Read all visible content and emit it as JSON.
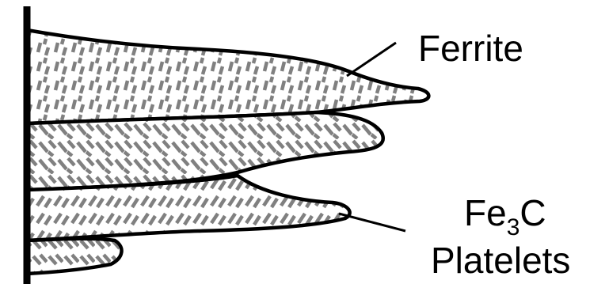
{
  "labels": {
    "ferrite": "Ferrite",
    "fe3c_prefix": "Fe",
    "fe3c_subscript": "3",
    "fe3c_suffix": "C",
    "platelets": "Platelets"
  },
  "colors": {
    "outline": "#000000",
    "platelet": "#808080",
    "background": "#ffffff"
  }
}
